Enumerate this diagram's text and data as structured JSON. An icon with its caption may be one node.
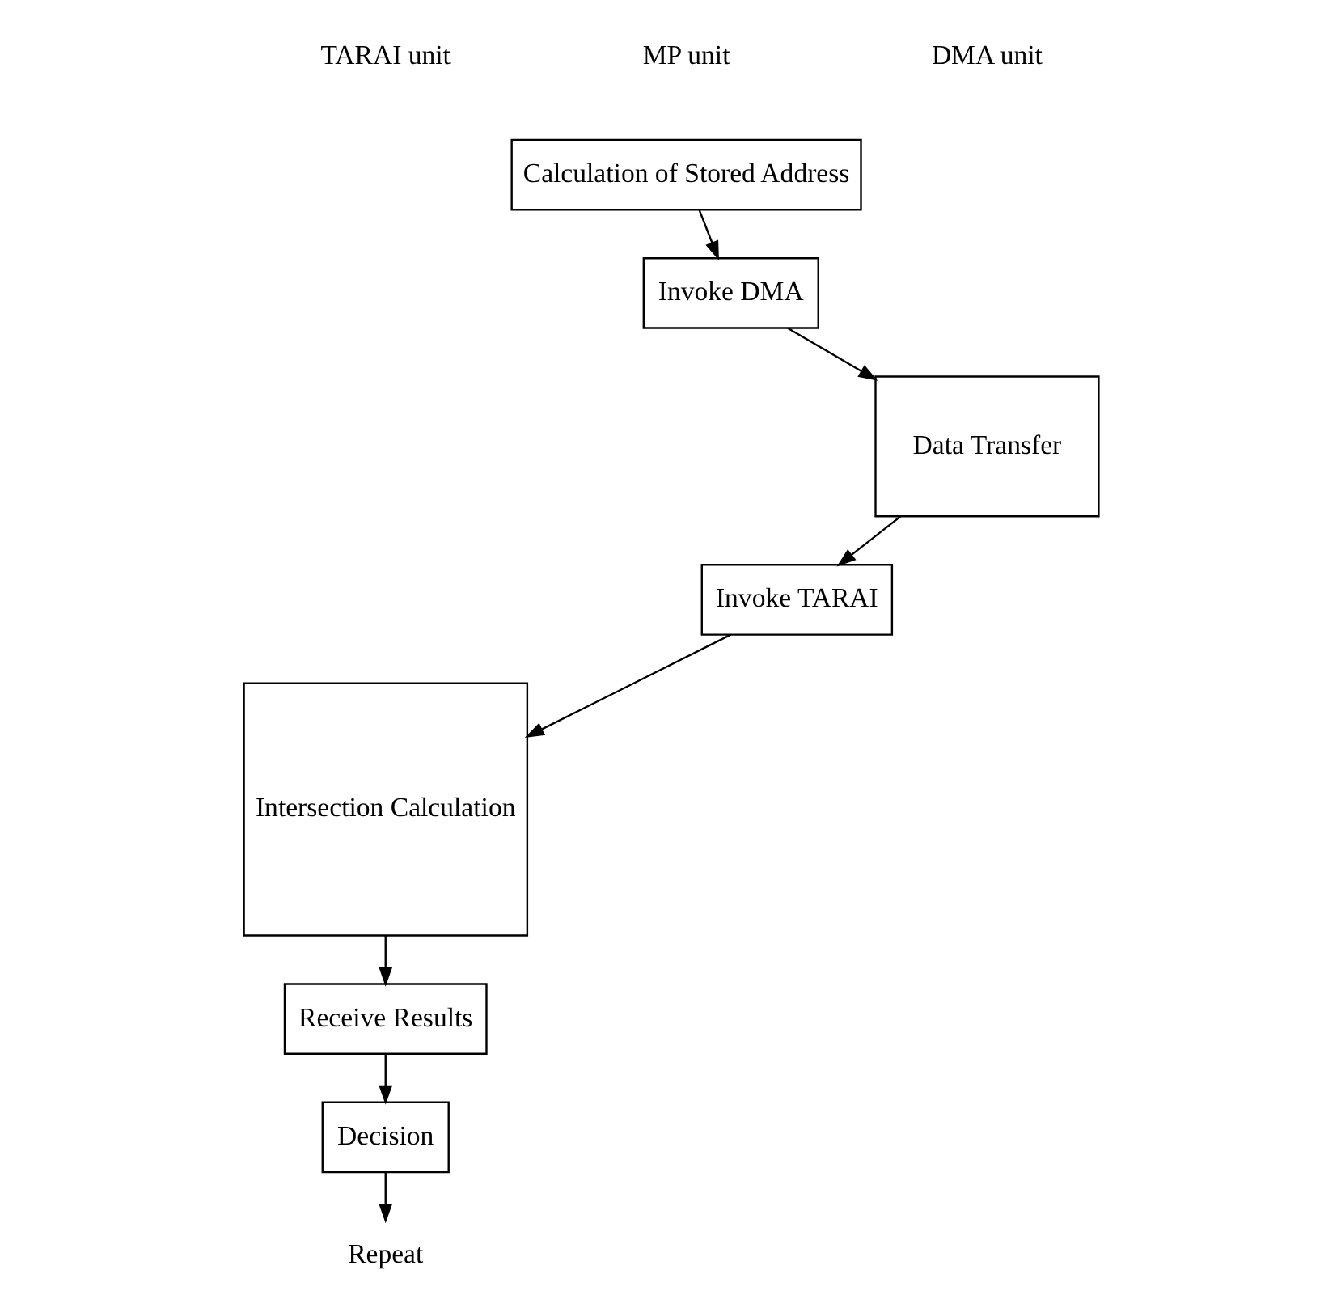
{
  "diagram": {
    "nodes": [
      {
        "text": [
          "Calculation of Stored Address"
        ]
      },
      {
        "text": [
          "Invoke DMA"
        ]
      },
      {
        "text": [
          "Data Transfer"
        ]
      },
      {
        "text": [
          "Invoke TARAI"
        ]
      },
      {
        "text": [
          "Intersection Calculation"
        ]
      },
      {
        "text": [
          "Receive Results"
        ]
      },
      {
        "text": [
          "Decision"
        ]
      },
      {
        "text": [
          "Repeat"
        ]
      }
    ],
    "edges": [
      {
        "from": 0,
        "to": 1,
        "arrow": "to"
      },
      {
        "from": 1,
        "to": 2,
        "arrow": "to"
      },
      {
        "from": 2,
        "to": 3,
        "arrow": "to"
      },
      {
        "from": 3,
        "to": 4,
        "arrow": "to"
      },
      {
        "from": 4,
        "to": 5,
        "arrow": "to"
      },
      {
        "from": 5,
        "to": 6,
        "arrow": "to"
      },
      {
        "from": 6,
        "to": 7,
        "arrow": "to"
      }
    ],
    "labels": [
      "TARAI unit",
      "MP unit",
      "DMA unit"
    ]
  }
}
